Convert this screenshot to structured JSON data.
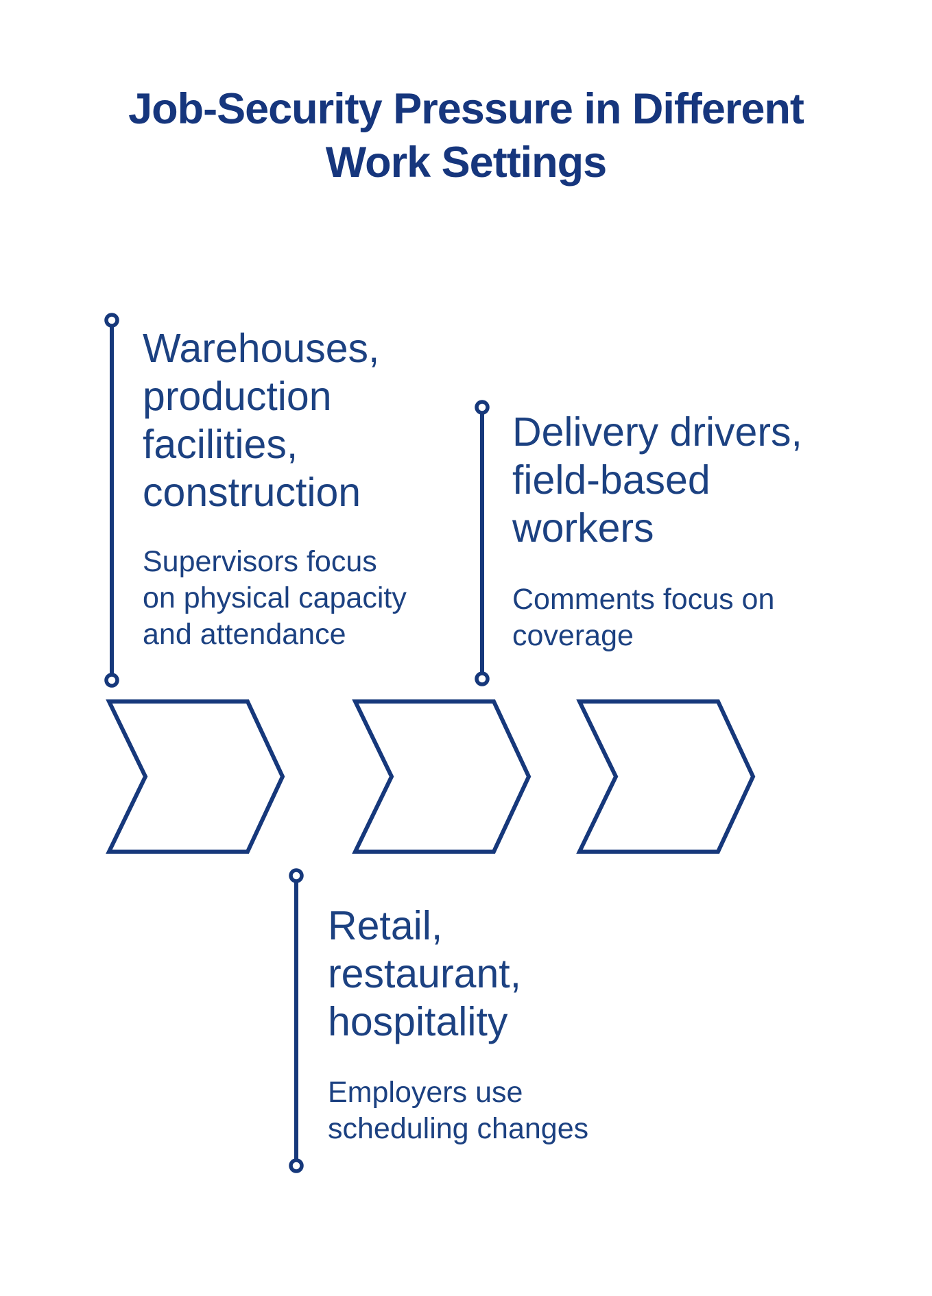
{
  "theme": {
    "accent": "#16387B",
    "text": "#1C4181",
    "title_color": "#16367D",
    "background": "#FFFFFF"
  },
  "title": "Job-Security Pressure in Different\nWork Settings",
  "sections": [
    {
      "heading": "Warehouses,\nproduction\nfacilities,\nconstruction",
      "description": "Supervisors focus\non physical capacity\nand attendance"
    },
    {
      "heading": "Delivery drivers,\nfield-based\nworkers",
      "description": "Comments focus on\ncoverage"
    },
    {
      "heading": "Retail,\nrestaurant,\nhospitality",
      "description": "Employers use\nscheduling changes"
    }
  ],
  "icons": {
    "connector": "timeline-connector",
    "chevron": "chevron-right"
  }
}
